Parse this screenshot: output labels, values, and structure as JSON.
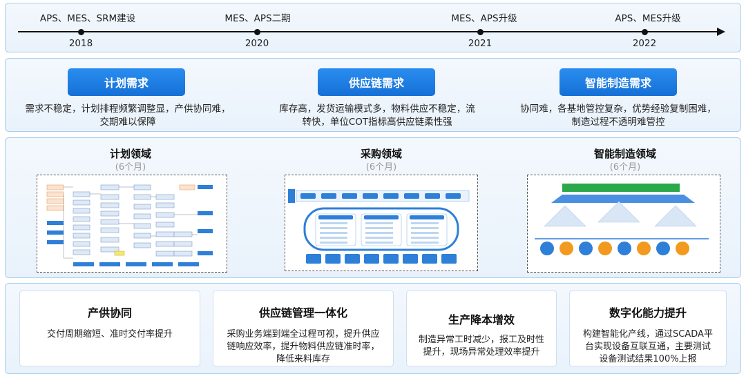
{
  "timeline": {
    "events": [
      {
        "label": "APS、MES、SRM建设",
        "year": "2018"
      },
      {
        "label": "MES、APS二期",
        "year": "2020"
      },
      {
        "label": "MES、APS升级",
        "year": "2021"
      },
      {
        "label": "APS、MES升级",
        "year": "2022"
      }
    ]
  },
  "needs": [
    {
      "title": "计划需求",
      "desc_line1": "需求不稳定，计划排程频繁调整显，产供协同难，",
      "desc_line2": "交期难以保障"
    },
    {
      "title": "供应链需求",
      "desc_line1": "库存高，发货运输模式多，物料供应不稳定，流",
      "desc_line2": "转快，单位COT指标高供应链柔性强"
    },
    {
      "title": "智能制造需求",
      "desc_line1": "协同难，各基地管控复杂，优势经验复制困难，",
      "desc_line2": "制造过程不透明难管控"
    }
  ],
  "domains": [
    {
      "title": "计划领域",
      "duration": "(6个月)"
    },
    {
      "title": "采购领域",
      "duration": "(6个月)"
    },
    {
      "title": "智能制造领域",
      "duration": "(6个月)"
    }
  ],
  "outcomes": [
    {
      "title": "产供协同",
      "line1": "交付周期缩短、准时交付率提升",
      "line2": "",
      "line3": ""
    },
    {
      "title": "供应链管理一体化",
      "line1": "采购业务端到端全过程可视，提升供应",
      "line2": "链响应效率，提升物料供应链准时率，",
      "line3": "降低来料库存"
    },
    {
      "title": "生产降本增效",
      "line1": "制造异常工时减少，报工及时性",
      "line2": "提升，现场异常处理效率提升",
      "line3": ""
    },
    {
      "title": "数字化能力提升",
      "line1": "构建智能化产线，通过SCADA平",
      "line2": "台实现设备互联互通，主要测试",
      "line3": "设备测试结果100%上报"
    }
  ],
  "colors": {
    "accent": "#1a7ae0",
    "panel_border": "#a9cdec",
    "panel_bg": "#eef5fc"
  }
}
